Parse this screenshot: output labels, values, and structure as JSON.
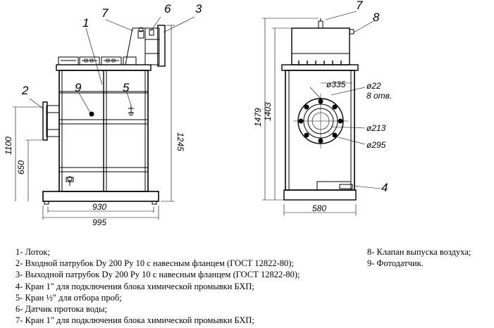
{
  "callouts": {
    "front": [
      "1",
      "2",
      "3",
      "5",
      "6",
      "7",
      "9"
    ],
    "side": [
      "7",
      "8",
      "4"
    ]
  },
  "dimensions": {
    "front": {
      "width_inner": "930",
      "width_outer": "995",
      "height_total": "1100",
      "height_pipe": "650",
      "height_outlet": "1245"
    },
    "side": {
      "height_outer": "1479",
      "height_inner": "1403",
      "depth": "580",
      "flange_outer": "ø335",
      "hole_dia": "ø22",
      "hole_count": "8 отв.",
      "bolt_circle": "ø213",
      "flange_mid": "ø295"
    }
  },
  "legend": {
    "left": [
      "1-  Лоток;",
      "2-  Входной патрубок Dy 200 Ру 10 с навесным фланцем (ГОСТ 12822-80);",
      "3-  Выходной патрубок Dy 200 Ру 10 с навесным фланцем (ГОСТ 12822-80);",
      "4-  Кран 1\" для подключения блока химической промывки БХП;",
      "5-  Кран ½\" для отбора проб;",
      "6-  Датчик протока воды;",
      "7-  Кран 1\" для подключения блока химической промывки БХП;"
    ],
    "right": [
      "8- Клапан выпуска воздуха;",
      "9- Фотодатчик."
    ]
  }
}
